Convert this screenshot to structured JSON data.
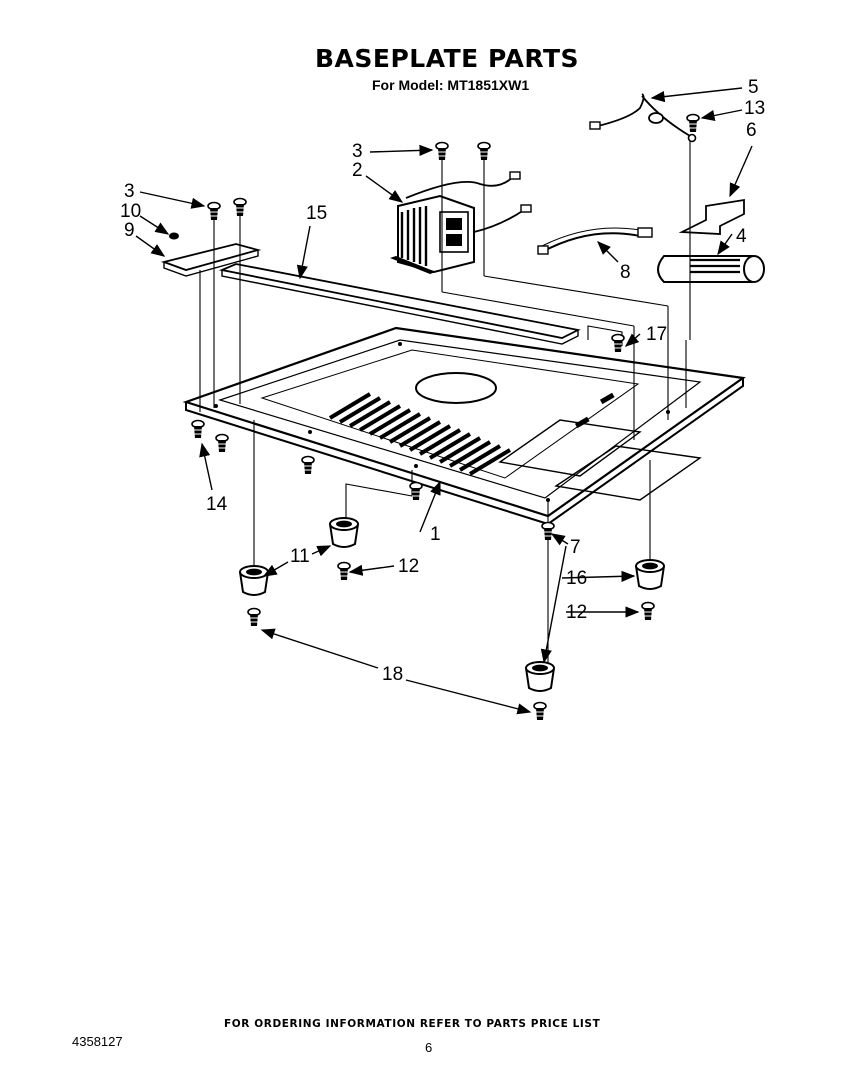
{
  "header": {
    "title": "BASEPLATE PARTS",
    "subtitle": "For Model: MT1851XW1"
  },
  "callouts": {
    "c1": "1",
    "c2": "2",
    "c3a": "3",
    "c3b": "3",
    "c4": "4",
    "c5": "5",
    "c6": "6",
    "c7": "7",
    "c8": "8",
    "c9": "9",
    "c10": "10",
    "c11": "11",
    "c12a": "12",
    "c12b": "12",
    "c13": "13",
    "c14": "14",
    "c15": "15",
    "c16": "16",
    "c17": "17",
    "c18": "18"
  },
  "footer": {
    "note": "FOR ORDERING INFORMATION REFER TO PARTS PRICE LIST",
    "doc_number": "4358127",
    "page": "6"
  }
}
